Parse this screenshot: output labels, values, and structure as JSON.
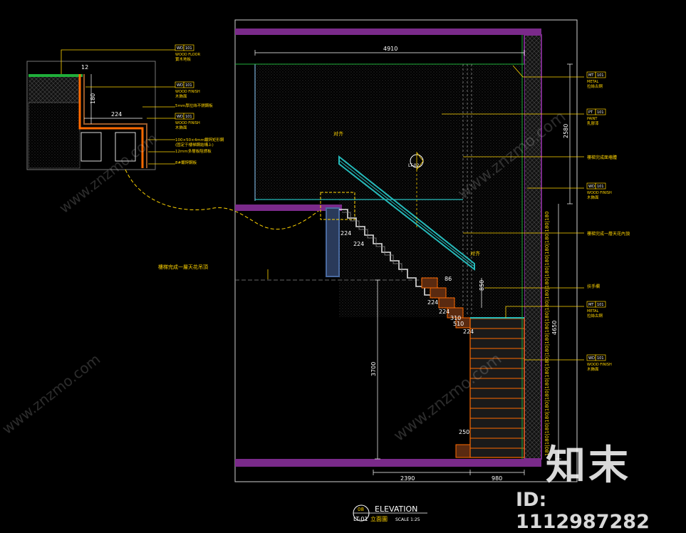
{
  "colors": {
    "background": "#000000",
    "frame": "#ffffff",
    "slab": "#7a2a8a",
    "dim": "#ffffff",
    "leader": "#ffd400",
    "tag": "#ffd400",
    "glass": "#25b9b9",
    "stair_finish": "#ff6a00",
    "wood": "#9a5a2a",
    "post": "#4a6aa0",
    "hatch": "#3a3a3a"
  },
  "detail": {
    "tags": [
      {
        "code": "WD",
        "num": "101",
        "line1": "WOOD FLOOR",
        "line2": "實木地板"
      },
      {
        "code": "WD",
        "num": "101",
        "line1": "WOOD FINISH",
        "line2": "木飾面"
      },
      {
        "code": "",
        "num": "",
        "line1": "5mm厚拉絲不銹鋼板",
        "line2": ""
      },
      {
        "code": "WD",
        "num": "101",
        "line1": "WOOD FINISH",
        "line2": "木飾面"
      },
      {
        "code": "",
        "num": "",
        "line1": "100×50×4mm鍍鋅矩形鋼",
        "line2": "(固定于樓梯鋼結構上)"
      },
      {
        "code": "",
        "num": "",
        "line1": "12mm多層板阻燃板",
        "line2": ""
      },
      {
        "code": "",
        "num": "",
        "line1": "8#鍍鋅鋼板",
        "line2": ""
      }
    ],
    "dims": {
      "d12": "12",
      "d180": "180",
      "d224": "224"
    }
  },
  "elevation": {
    "dims": {
      "top_width": "4910",
      "left_height": "3700",
      "right_upper": "2580",
      "right_lower": "4650",
      "bottom_left": "2390",
      "bottom_right": "980",
      "riser_a": "224",
      "riser_b": "224",
      "tread_a": "86",
      "tread_b": "224",
      "tread_c": "224",
      "tread_d": "310",
      "tread_e": "510",
      "tread_f": "224",
      "bottom_step": "250",
      "rail": "850"
    },
    "labels": {
      "align_top": "对齐",
      "align_mid": "对齐",
      "upper_wall": "樓梯完成面墻體",
      "upper_ceiling": "樓梯完成一層天花內頂",
      "lower_ceiling": "樓梯完成一層天花吊頂",
      "section_tag": "LT-02",
      "handrail": "扶手欄"
    },
    "tags": [
      {
        "code": "MT",
        "num": "101",
        "line1": "METAL",
        "line2": "拉絲古銅"
      },
      {
        "code": "PT",
        "num": "101",
        "line1": "PAINT",
        "line2": "乳膠漆"
      },
      {
        "code": "WD",
        "num": "101",
        "line1": "WOOD FINISH",
        "line2": "木飾面"
      },
      {
        "code": "MT",
        "num": "101",
        "line1": "METAL",
        "line2": "拉絲古銅"
      },
      {
        "code": "WD",
        "num": "101",
        "line1": "WOOD FINISH",
        "line2": "木飾面"
      }
    ],
    "vertical_marks": "180|180|180|180|180|180|180|180|180|180|180|180|180|180|180|180|180|180|180|180|180|180"
  },
  "title_block": {
    "marker_top": "08",
    "marker_bottom": "LT-01",
    "title": "ELEVATION",
    "subtitle": "立面圖",
    "scale": "SCALE  1:25"
  },
  "watermark": {
    "brand": "知末",
    "id": "ID: 1112987282",
    "site": "www.znzmo.com"
  }
}
